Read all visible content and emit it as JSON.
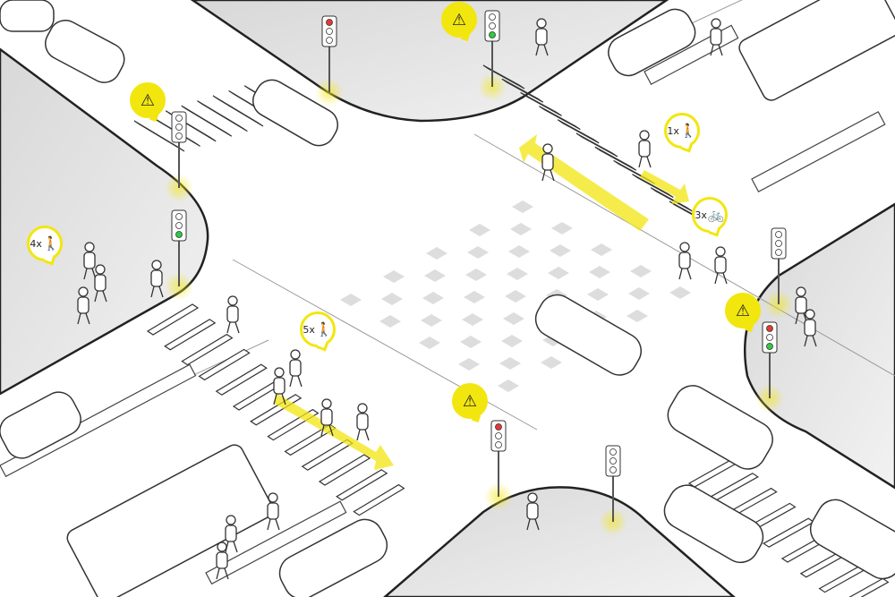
{
  "colors": {
    "accent": "#f2e60f",
    "sidewalk": "#e4e4e4",
    "road": "#ffffff",
    "line": "#222222",
    "signal_red": "#e53935",
    "signal_green": "#2ecc40"
  },
  "callouts": [
    {
      "type": "warning",
      "icon": "warning-icon"
    },
    {
      "type": "warning",
      "icon": "warning-icon"
    },
    {
      "type": "warning",
      "icon": "warning-icon"
    },
    {
      "type": "warning",
      "icon": "warning-icon"
    },
    {
      "type": "count",
      "count": "1x",
      "icon": "pedestrian-icon"
    },
    {
      "type": "count",
      "count": "3x",
      "icon": "bicycle-icon"
    },
    {
      "type": "count",
      "count": "4x",
      "icon": "pedestrian-icon"
    },
    {
      "type": "count",
      "count": "5x",
      "icon": "pedestrian-icon"
    }
  ],
  "traffic_lights": [
    {
      "state": "red"
    },
    {
      "state": "green"
    },
    {
      "state": "off"
    },
    {
      "state": "green"
    },
    {
      "state": "red-green"
    },
    {
      "state": "red"
    },
    {
      "state": "off"
    },
    {
      "state": "off"
    }
  ]
}
